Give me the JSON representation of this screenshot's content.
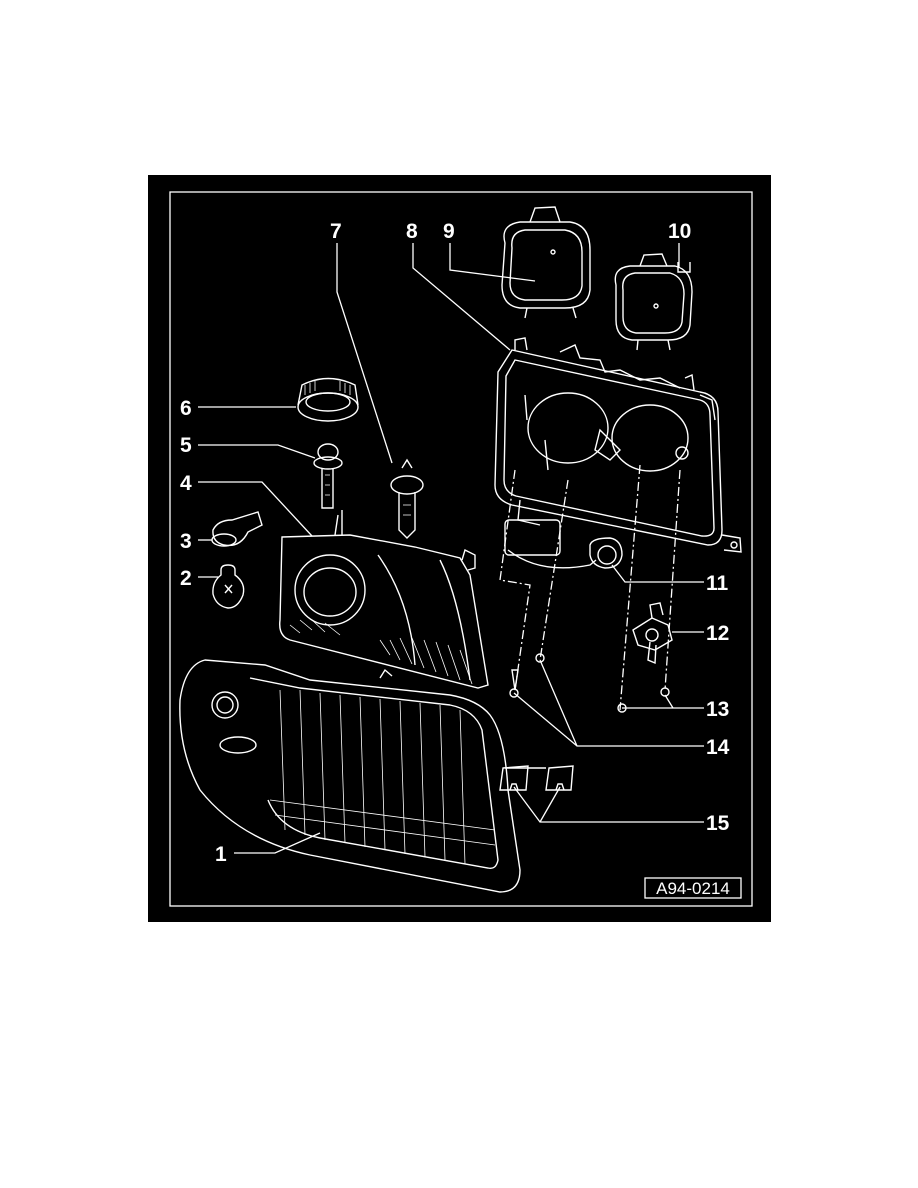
{
  "figure": {
    "reference_code": "A94-0214",
    "subject": "Headlight assembly exploded view",
    "callouts": [
      {
        "number": "1"
      },
      {
        "number": "2"
      },
      {
        "number": "3"
      },
      {
        "number": "4"
      },
      {
        "number": "5"
      },
      {
        "number": "6"
      },
      {
        "number": "7"
      },
      {
        "number": "8"
      },
      {
        "number": "9"
      },
      {
        "number": "10"
      },
      {
        "number": "11"
      },
      {
        "number": "12"
      },
      {
        "number": "13"
      },
      {
        "number": "14"
      },
      {
        "number": "15"
      }
    ]
  },
  "colors": {
    "background": "#000000",
    "linework": "#ffffff",
    "page": "#ffffff"
  }
}
